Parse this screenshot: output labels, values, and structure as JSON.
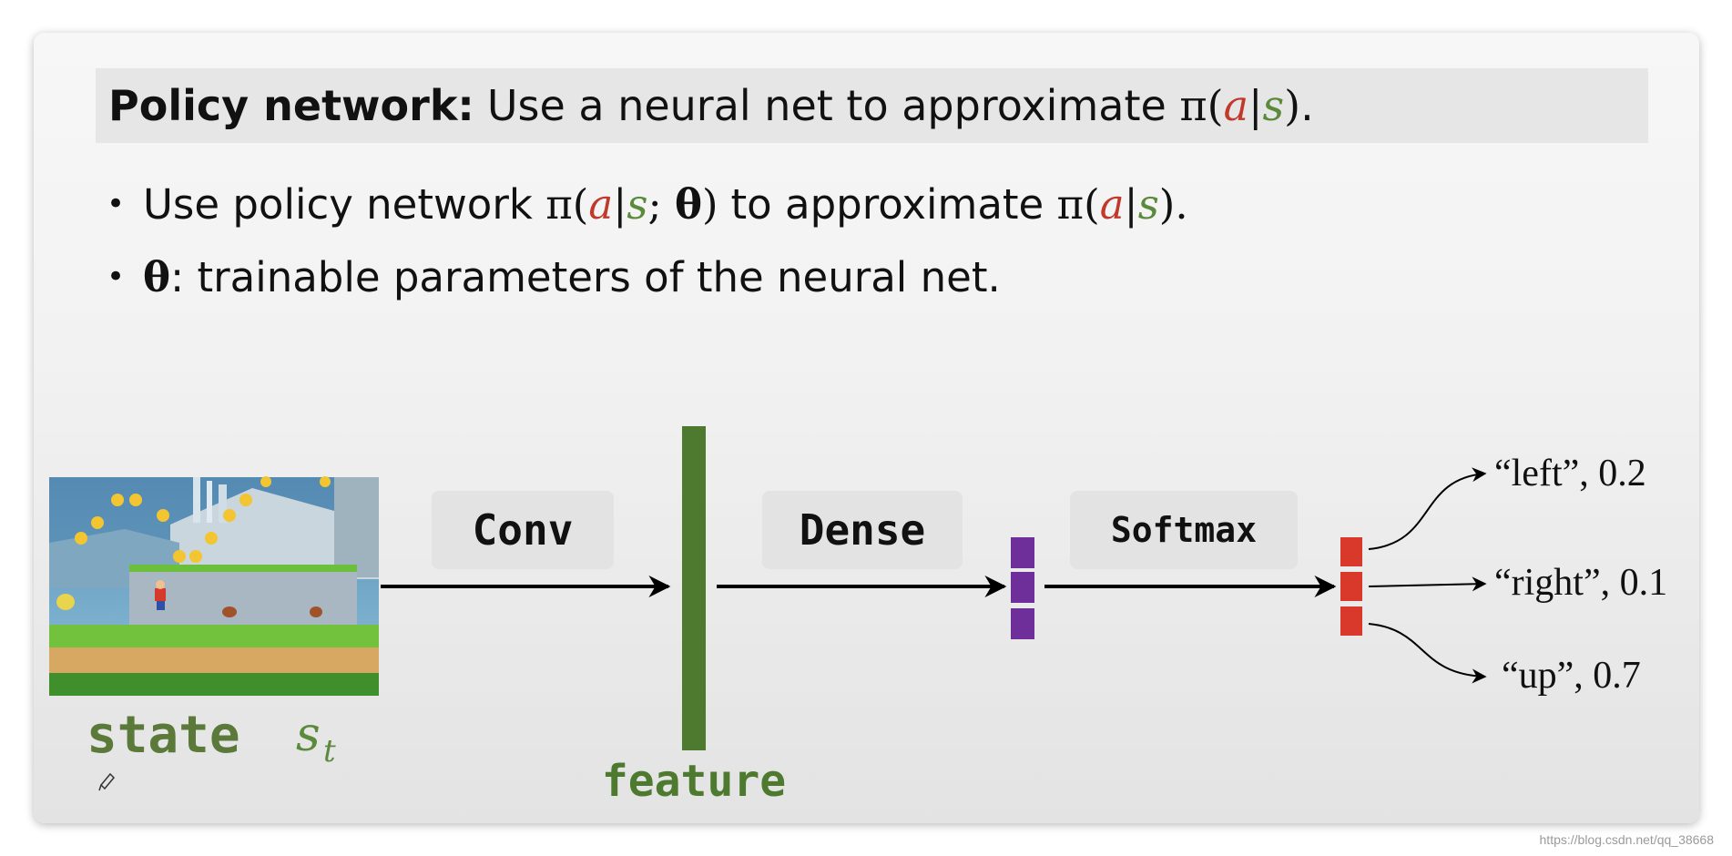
{
  "title": {
    "bold": "Policy network:",
    "text": "Use a neural net to approximate",
    "pi": "π",
    "a": "a",
    "s": "s",
    "dot": "."
  },
  "bullets": [
    {
      "pre": "Use policy network",
      "pi": "π",
      "a": "a",
      "s": "s",
      "theta": "θ",
      "mid": "to approximate",
      "pi2": "π",
      "a2": "a",
      "s2": "s"
    },
    {
      "theta": "θ",
      "text": ": trainable parameters of the neural net."
    }
  ],
  "diagram": {
    "state_label": "state",
    "state_var": "s",
    "state_sub": "t",
    "feature_label": "feature",
    "conv_label": "Conv",
    "dense_label": "Dense",
    "softmax_label": "Softmax",
    "outputs": [
      {
        "label": "“left”, 0.2"
      },
      {
        "label": "“right”, 0.1"
      },
      {
        "label": "“up”, 0.7"
      }
    ]
  },
  "colors": {
    "feature_green": "#4e7a2f",
    "hidden_purple": "#6f2f9a",
    "output_red": "#d9392b",
    "text_a": "#c0392b",
    "text_s": "#5b8a3c",
    "label_green": "#5b7a3a"
  },
  "watermark": "https://blog.csdn.net/qq_38668"
}
